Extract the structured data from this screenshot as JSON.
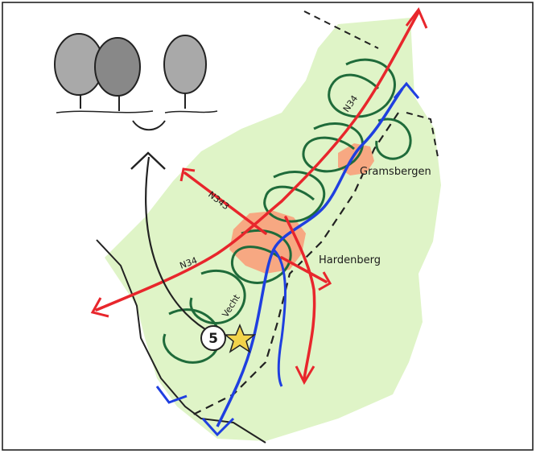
{
  "map": {
    "places": [
      {
        "id": "gramsbergen",
        "label": "Gramsbergen"
      },
      {
        "id": "hardenberg",
        "label": "Hardenberg"
      }
    ],
    "roads": [
      {
        "id": "n34-north",
        "label": "N34"
      },
      {
        "id": "n343",
        "label": "N343"
      },
      {
        "id": "n34-west",
        "label": "N34"
      }
    ],
    "river": {
      "label": "Vecht"
    },
    "marker": {
      "label": "5"
    },
    "colors": {
      "land": "#dff4c7",
      "town": "#f7a882",
      "road": "#e8262c",
      "river": "#1f3fe0",
      "meander": "#1f6b3a",
      "boundary": "#222222"
    },
    "icons": [
      "trees-icon",
      "eye-icon",
      "star-icon",
      "road-arrow-icon"
    ]
  }
}
